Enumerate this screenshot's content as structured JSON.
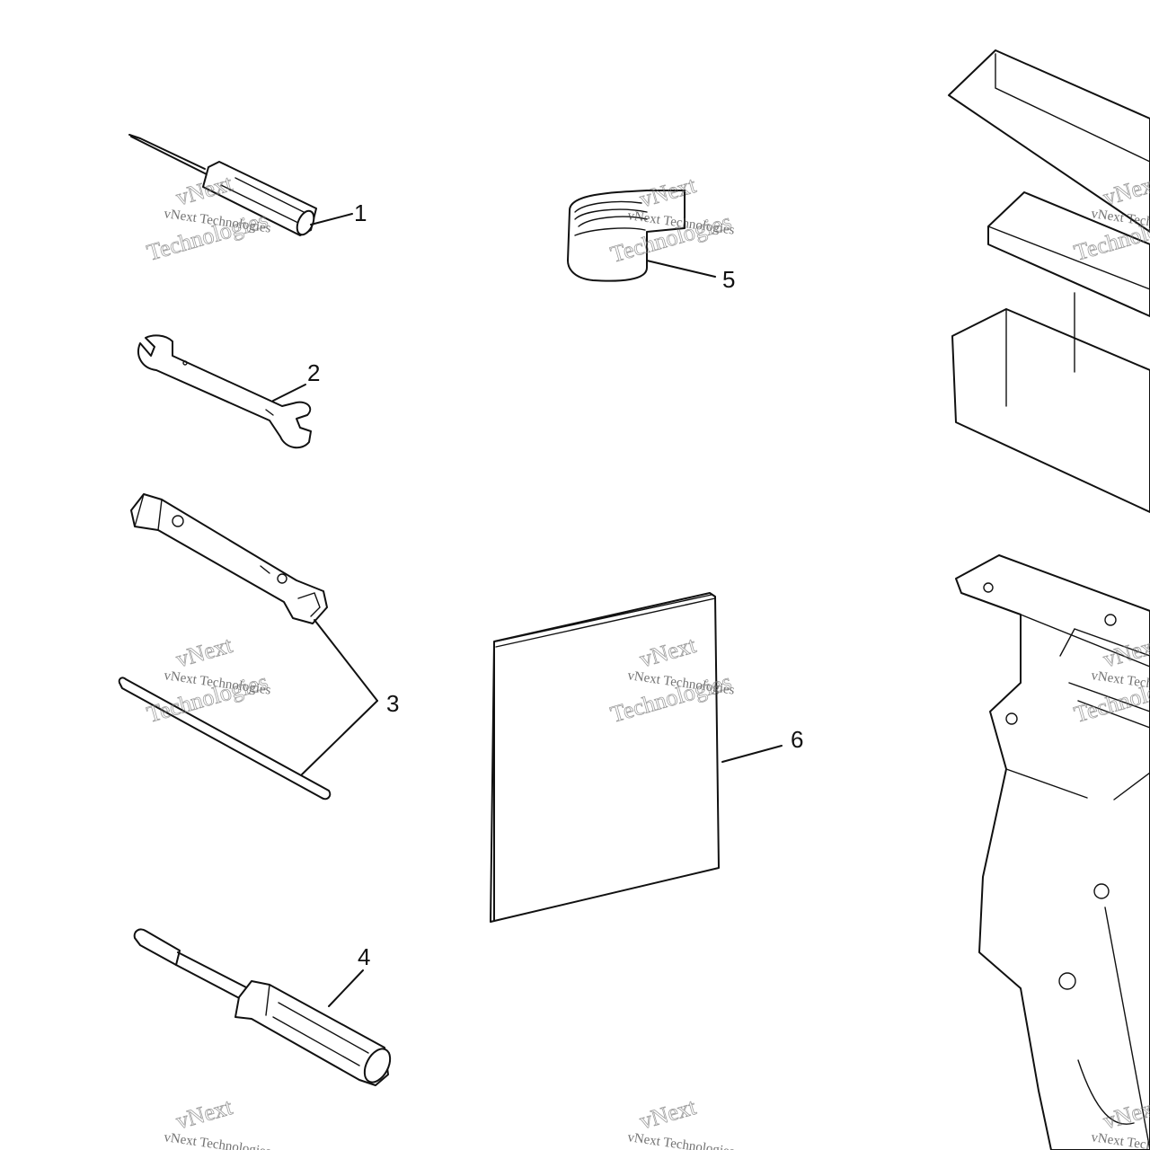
{
  "parts": [
    {
      "id": "part-1-screwdriver",
      "callout": "1"
    },
    {
      "id": "part-2-wrench",
      "callout": "2"
    },
    {
      "id": "part-3-spark-plug-wrench-and-bar",
      "callout": "3"
    },
    {
      "id": "part-4-screwdriver",
      "callout": "4"
    },
    {
      "id": "part-5-strap",
      "callout": "5"
    },
    {
      "id": "part-6-manual",
      "callout": "6"
    }
  ],
  "watermark": {
    "line1": "vNext Technologies",
    "line2": "vNext",
    "line3": "Technologies"
  },
  "colors": {
    "ink": "#111111",
    "background": "#ffffff"
  }
}
